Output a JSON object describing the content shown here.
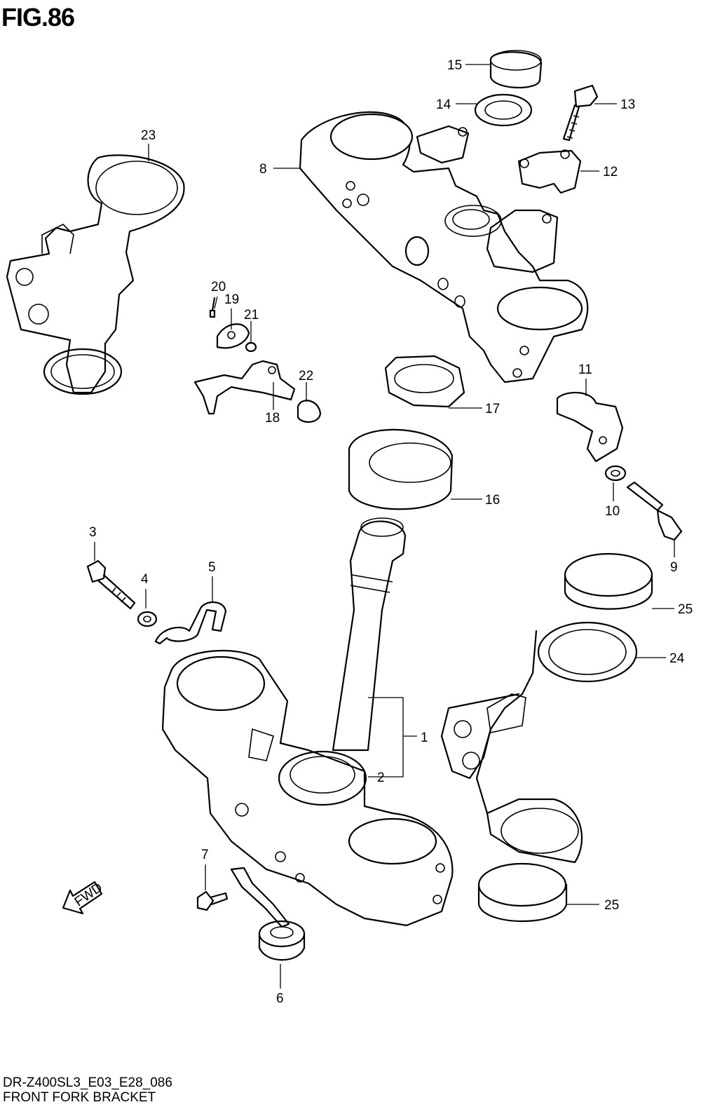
{
  "figure": {
    "title": "FIG.86",
    "model_code": "DR-Z400SL3_E03_E28_086",
    "name": "FRONT FORK BRACKET"
  },
  "arrow_label": "FWD",
  "callouts": [
    "1",
    "2",
    "3",
    "4",
    "5",
    "6",
    "7",
    "8",
    "9",
    "10",
    "11",
    "12",
    "13",
    "14",
    "15",
    "16",
    "17",
    "18",
    "19",
    "20",
    "21",
    "22",
    "23",
    "24",
    "25",
    "25"
  ]
}
